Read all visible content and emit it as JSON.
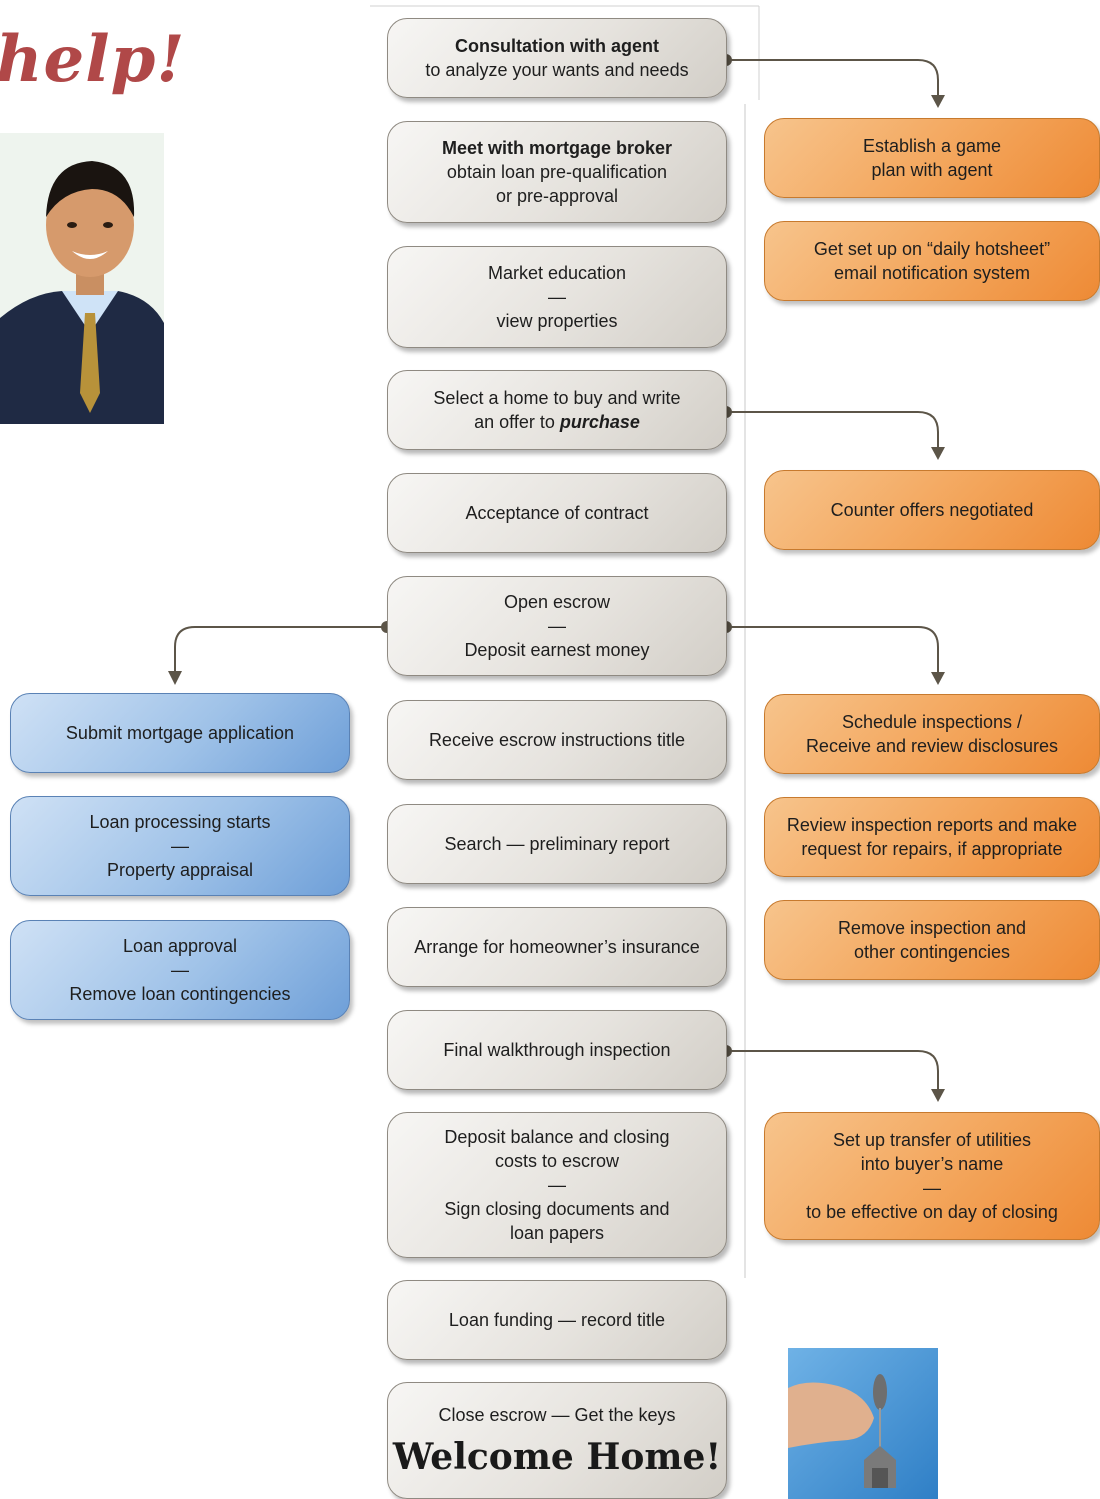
{
  "heading": {
    "text": "help!"
  },
  "center_steps": [
    {
      "lines": [
        {
          "text": "Consultation with agent",
          "style": "bold"
        },
        {
          "text": "to analyze your wants and needs"
        }
      ]
    },
    {
      "lines": [
        {
          "text": "Meet with mortgage broker",
          "style": "bold"
        },
        {
          "text": "obtain loan pre-qualification"
        },
        {
          "text": "or pre-approval"
        }
      ]
    },
    {
      "lines": [
        {
          "text": "Market education"
        },
        {
          "text": "—"
        },
        {
          "text": "view properties"
        }
      ]
    },
    {
      "lines": [
        {
          "text": "Select a home to buy and write"
        },
        {
          "pre": "an offer to ",
          "em": "purchase"
        }
      ]
    },
    {
      "lines": [
        {
          "text": "Acceptance of contract"
        }
      ]
    },
    {
      "lines": [
        {
          "text": "Open escrow"
        },
        {
          "text": "—"
        },
        {
          "text": "Deposit earnest money"
        }
      ]
    },
    {
      "lines": [
        {
          "text": "Receive escrow instructions title"
        }
      ]
    },
    {
      "lines": [
        {
          "text": "Search — preliminary report"
        }
      ]
    },
    {
      "lines": [
        {
          "text": "Arrange for homeowner’s insurance"
        }
      ]
    },
    {
      "lines": [
        {
          "text": "Final walkthrough inspection"
        }
      ]
    },
    {
      "lines": [
        {
          "text": "Deposit balance and closing"
        },
        {
          "text": "costs to escrow"
        },
        {
          "text": "—"
        },
        {
          "text": "Sign closing documents and"
        },
        {
          "text": "loan papers"
        }
      ]
    },
    {
      "lines": [
        {
          "text": "Loan funding — record title"
        }
      ]
    },
    {
      "lines": [
        {
          "text": "Close escrow — Get the keys"
        }
      ],
      "welcome": "Welcome Home!"
    }
  ],
  "right_steps": [
    {
      "lines": [
        {
          "text": "Establish a game"
        },
        {
          "text": "plan with agent"
        }
      ]
    },
    {
      "lines": [
        {
          "text": "Get set up on “daily hotsheet”"
        },
        {
          "text": "email notification system"
        }
      ]
    },
    {
      "lines": [
        {
          "text": "Counter offers negotiated"
        }
      ]
    },
    {
      "lines": [
        {
          "text": "Schedule inspections /"
        },
        {
          "text": "Receive and review disclosures"
        }
      ]
    },
    {
      "lines": [
        {
          "text": "Review inspection reports and make"
        },
        {
          "text": "request for repairs, if appropriate"
        }
      ]
    },
    {
      "lines": [
        {
          "text": "Remove inspection and"
        },
        {
          "text": "other contingencies"
        }
      ]
    },
    {
      "lines": [
        {
          "text": "Set up transfer of utilities"
        },
        {
          "text": "into buyer’s name"
        },
        {
          "text": "—"
        },
        {
          "text": "to be effective on day of closing"
        }
      ]
    }
  ],
  "left_steps": [
    {
      "lines": [
        {
          "text": "Submit mortgage application"
        }
      ]
    },
    {
      "lines": [
        {
          "text": "Loan processing starts"
        },
        {
          "text": "—"
        },
        {
          "text": "Property appraisal"
        }
      ]
    },
    {
      "lines": [
        {
          "text": "Loan approval"
        },
        {
          "text": "—"
        },
        {
          "text": "Remove loan contingencies"
        }
      ]
    }
  ],
  "colors": {
    "center": "#e6e3de",
    "right": "#f3a55b",
    "left": "#9fc2e8",
    "connector": "#5c5548"
  },
  "images": {
    "agent_photo": "agent-portrait",
    "keys_photo": "hand-holding-house-keys"
  }
}
